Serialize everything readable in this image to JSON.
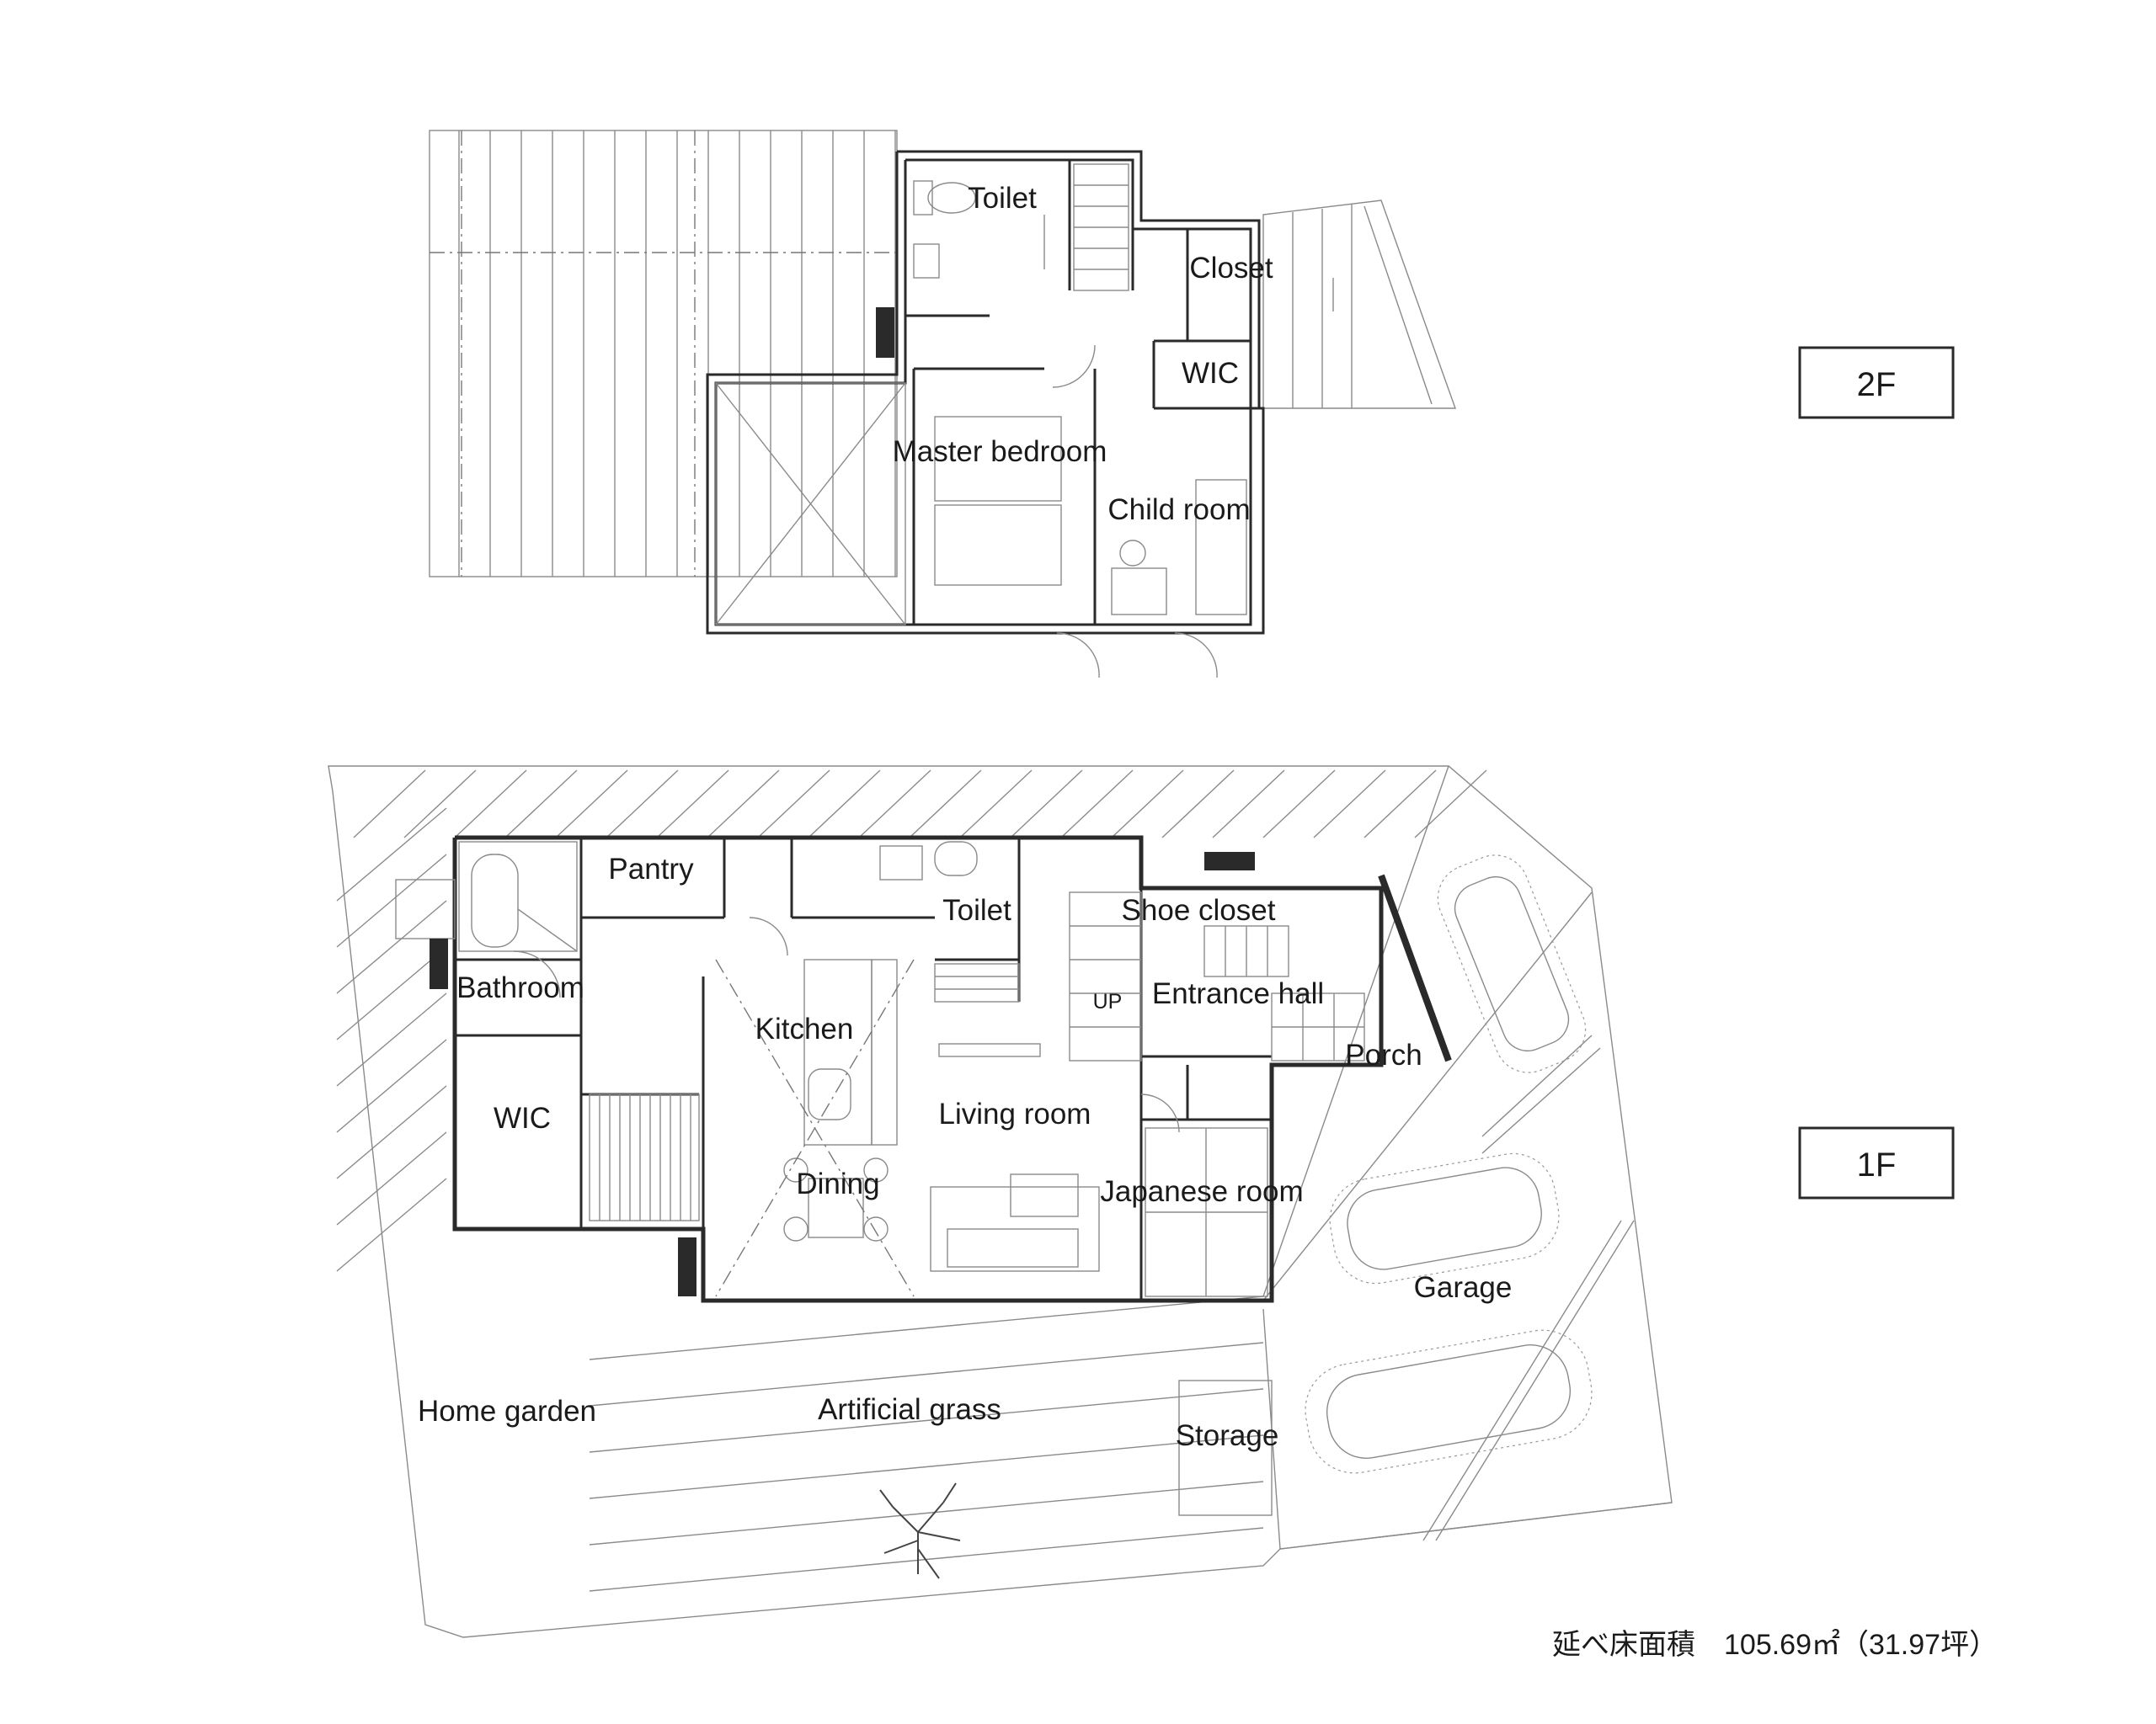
{
  "floor_tags": {
    "second": "2F",
    "first": "1F"
  },
  "second_floor": {
    "toilet": "Toilet",
    "closet": "Closet",
    "wic": "WIC",
    "master_bedroom": "Master bedroom",
    "child_room": "Child room"
  },
  "first_floor": {
    "pantry": "Pantry",
    "toilet": "Toilet",
    "shoe_closet": "Shoe closet",
    "bathroom": "Bathroom",
    "up_mark": "UP",
    "entrance_hall": "Entrance hall",
    "kitchen": "Kitchen",
    "porch": "Porch",
    "living_room": "Living room",
    "wic": "WIC",
    "dining": "Dining",
    "japanese_room": "Japanese room",
    "garage": "Garage",
    "home_garden": "Home garden",
    "artificial_grass": "Artificial grass",
    "storage": "Storage"
  },
  "floor_area_note": "延べ床面積　105.69㎡（31.97坪）"
}
